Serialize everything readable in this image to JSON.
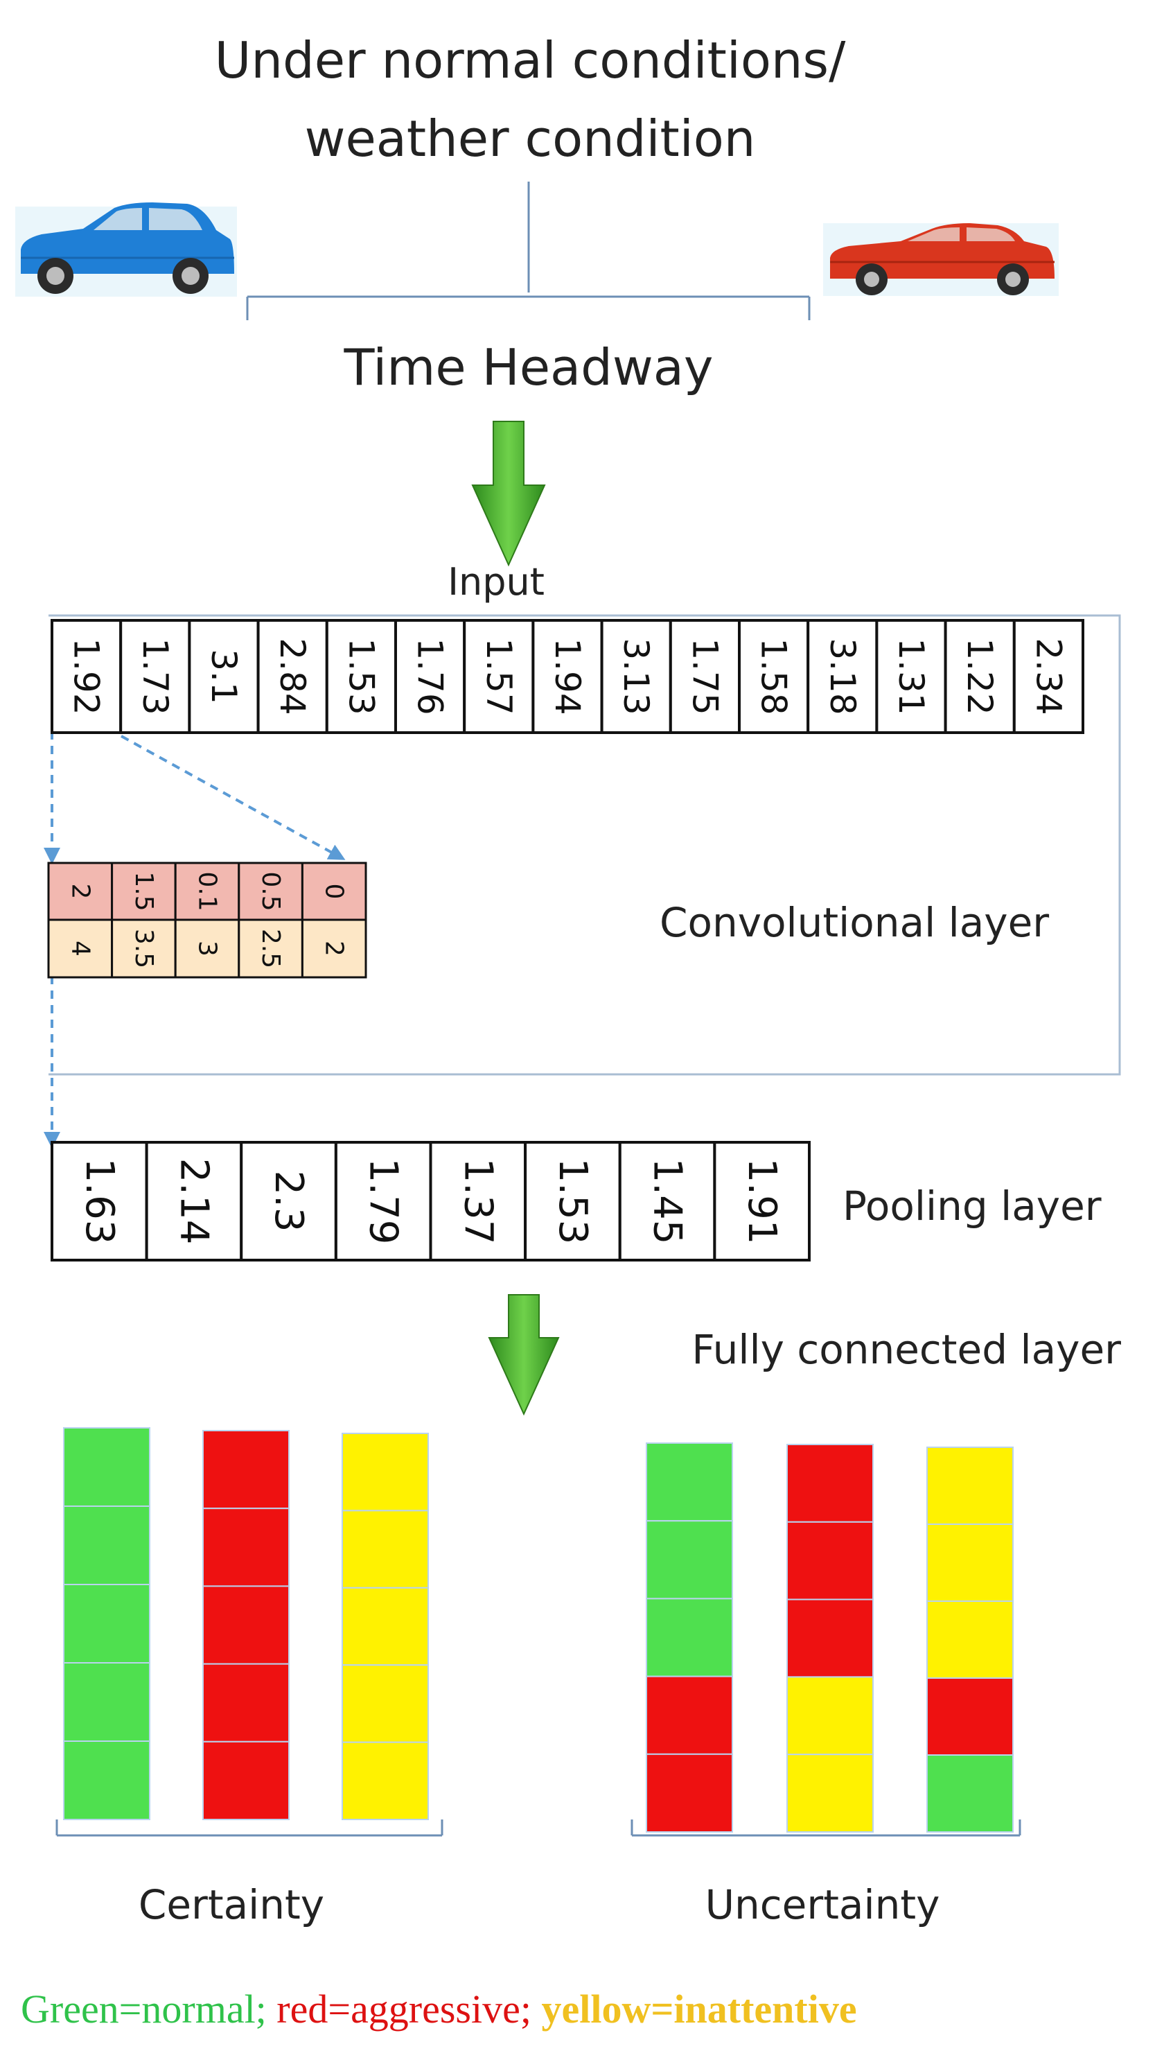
{
  "title_line1": "Under normal conditions/",
  "title_line2": "weather condition",
  "headway_label": "Time Headway",
  "input_label": "Input",
  "input_values": [
    "1.92",
    "1.73",
    "3.1",
    "2.84",
    "1.53",
    "1.76",
    "1.57",
    "1.94",
    "3.13",
    "1.75",
    "1.58",
    "3.18",
    "1.31",
    "1.22",
    "2.34"
  ],
  "conv_label": "Convolutional layer",
  "conv_row1": [
    "2",
    "1.5",
    "0.1",
    "0.5",
    "0"
  ],
  "conv_row2": [
    "4",
    "3.5",
    "3",
    "2.5",
    "2"
  ],
  "pool_label": "Pooling layer",
  "pool_values": [
    "1.63",
    "2.14",
    "2.3",
    "1.79",
    "1.37",
    "1.53",
    "1.45",
    "1.91"
  ],
  "fc_label": "Fully connected layer",
  "certainty_label": "Certainty",
  "uncertainty_label": "Uncertainty",
  "legend": {
    "normal": "Green=normal;",
    "aggressive": "red=aggressive;",
    "inattentive": "yellow=inattentive"
  },
  "colors": {
    "green": "#4fe04f",
    "red": "#ee1111",
    "yellow": "#fff200",
    "conv_top": "#f2b8b0",
    "conv_bottom": "#fde7c6",
    "arrow_green": "#4caf2a",
    "dashed_blue": "#5b9bd5",
    "legend_green": "#2fc24a",
    "legend_red": "#dd1111",
    "legend_yellow": "#f0c020"
  },
  "certainty_bars": [
    [
      "green",
      "green",
      "green",
      "green",
      "green"
    ],
    [
      "red",
      "red",
      "red",
      "red",
      "red"
    ],
    [
      "yellow",
      "yellow",
      "yellow",
      "yellow",
      "yellow"
    ]
  ],
  "uncertainty_bars": [
    [
      "green",
      "green",
      "green",
      "red",
      "red"
    ],
    [
      "red",
      "red",
      "red",
      "yellow",
      "yellow"
    ],
    [
      "yellow",
      "yellow",
      "yellow",
      "red",
      "green"
    ]
  ]
}
